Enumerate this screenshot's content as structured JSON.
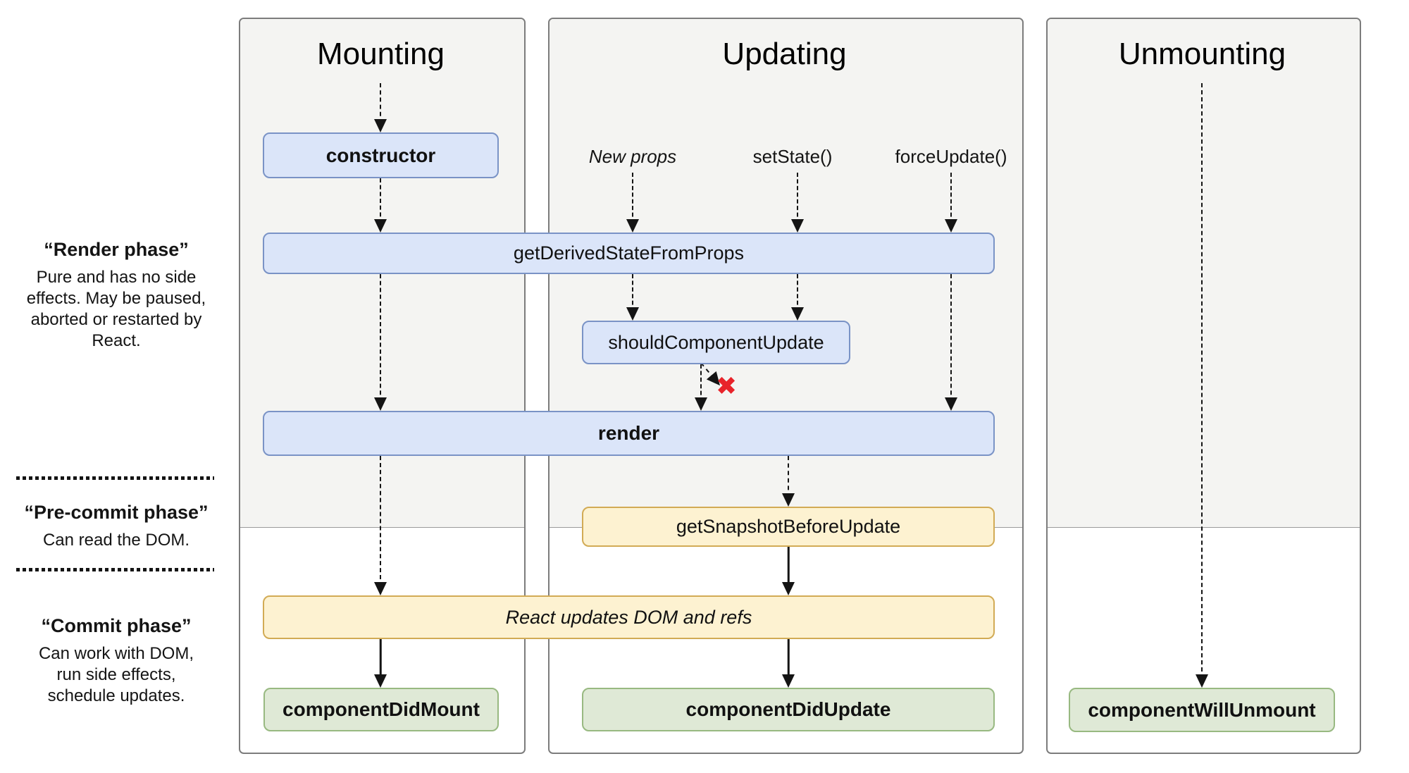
{
  "columns": {
    "mounting": {
      "title": "Mounting"
    },
    "updating": {
      "title": "Updating"
    },
    "unmounting": {
      "title": "Unmounting"
    }
  },
  "side_labels": {
    "render_phase": {
      "title": "“Render phase”",
      "description": "Pure and has no side effects. May be paused, aborted or restarted by React."
    },
    "pre_commit_phase": {
      "title": "“Pre-commit phase”",
      "description": "Can read the DOM."
    },
    "commit_phase": {
      "title": "“Commit phase”",
      "description": "Can work with DOM, run side effects, schedule updates."
    }
  },
  "update_triggers": {
    "new_props": "New props",
    "set_state": "setState()",
    "force_update": "forceUpdate()"
  },
  "lifecycle_boxes": {
    "constructor": "constructor",
    "getDerivedStateFromProps": "getDerivedStateFromProps",
    "shouldComponentUpdate": "shouldComponentUpdate",
    "render": "render",
    "getSnapshotBeforeUpdate": "getSnapshotBeforeUpdate",
    "reactUpdates": "React updates DOM and refs",
    "componentDidMount": "componentDidMount",
    "componentDidUpdate": "componentDidUpdate",
    "componentWillUnmount": "componentWillUnmount"
  },
  "icons": {
    "skip_update_marker": "✖"
  },
  "colors": {
    "render_phase_bg": "#f4f4f2",
    "blue_fill": "#dbe5f9",
    "blue_border": "#7a93c6",
    "yellow_fill": "#fdf2d1",
    "yellow_border": "#d2ab55",
    "green_fill": "#dfe9d6",
    "green_border": "#98b981",
    "skip_marker_red": "#e8232a"
  }
}
